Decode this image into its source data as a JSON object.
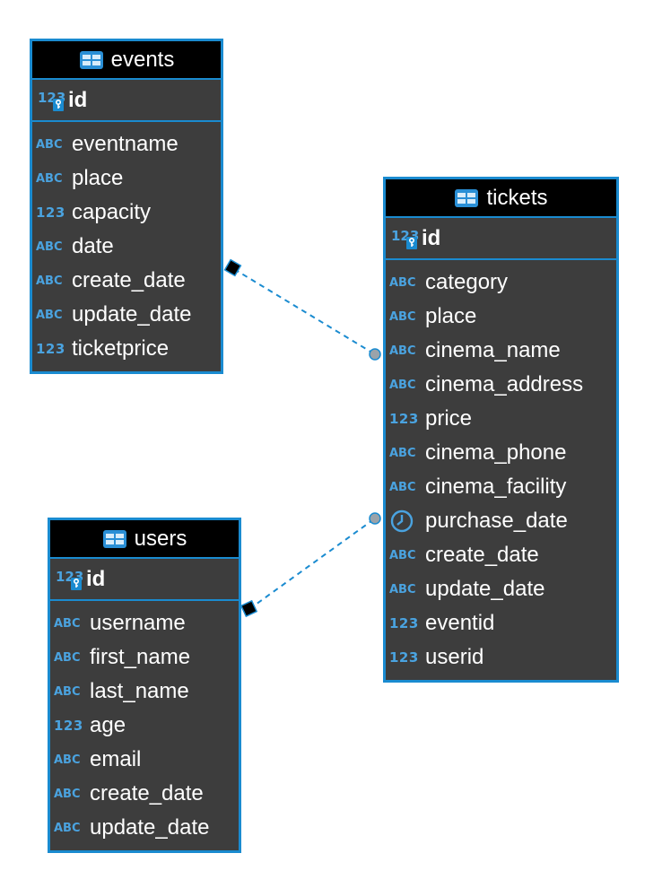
{
  "entities": {
    "events": {
      "title": "events",
      "pk": {
        "name": "id",
        "type": "123"
      },
      "columns": [
        {
          "name": "eventname",
          "type": "ABC"
        },
        {
          "name": "place",
          "type": "ABC"
        },
        {
          "name": "capacity",
          "type": "123"
        },
        {
          "name": "date",
          "type": "ABC"
        },
        {
          "name": "create_date",
          "type": "ABC"
        },
        {
          "name": "update_date",
          "type": "ABC"
        },
        {
          "name": "ticketprice",
          "type": "123"
        }
      ]
    },
    "tickets": {
      "title": "tickets",
      "pk": {
        "name": "id",
        "type": "123"
      },
      "columns": [
        {
          "name": "category",
          "type": "ABC"
        },
        {
          "name": "place",
          "type": "ABC"
        },
        {
          "name": "cinema_name",
          "type": "ABC"
        },
        {
          "name": "cinema_address",
          "type": "ABC"
        },
        {
          "name": "price",
          "type": "123"
        },
        {
          "name": "cinema_phone",
          "type": "ABC"
        },
        {
          "name": "cinema_facility",
          "type": "ABC"
        },
        {
          "name": "purchase_date",
          "type": "clock"
        },
        {
          "name": "create_date",
          "type": "ABC"
        },
        {
          "name": "update_date",
          "type": "ABC"
        },
        {
          "name": "eventid",
          "type": "123"
        },
        {
          "name": "userid",
          "type": "123"
        }
      ]
    },
    "users": {
      "title": "users",
      "pk": {
        "name": "id",
        "type": "123"
      },
      "columns": [
        {
          "name": "username",
          "type": "ABC"
        },
        {
          "name": "first_name",
          "type": "ABC"
        },
        {
          "name": "last_name",
          "type": "ABC"
        },
        {
          "name": "age",
          "type": "123"
        },
        {
          "name": "email",
          "type": "ABC"
        },
        {
          "name": "create_date",
          "type": "ABC"
        },
        {
          "name": "update_date",
          "type": "ABC"
        }
      ]
    }
  },
  "relationships": [
    {
      "from": "tickets",
      "to": "events"
    },
    {
      "from": "tickets",
      "to": "users"
    }
  ],
  "colors": {
    "accent": "#1a8bd0",
    "box": "#3d3d3d",
    "header": "#000000",
    "text": "#ffffff",
    "connector": "#1a8bd0"
  },
  "icons": {
    "table": "table-icon",
    "primary_key": "key-icon",
    "timestamp": "clock-icon"
  }
}
